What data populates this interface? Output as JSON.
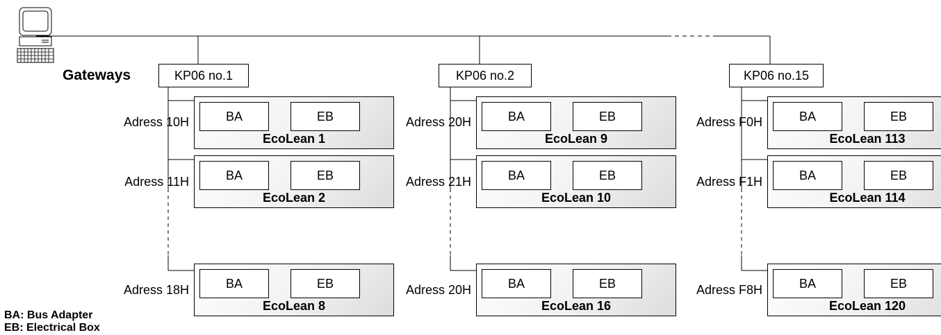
{
  "gateways_label": "Gateways",
  "gateways": [
    {
      "name": "KP06 no.1",
      "units": [
        {
          "address": "Adress 10H",
          "ba": "BA",
          "eb": "EB",
          "name": "EcoLean 1"
        },
        {
          "address": "Adress 11H",
          "ba": "BA",
          "eb": "EB",
          "name": "EcoLean 2"
        },
        {
          "address": "Adress 18H",
          "ba": "BA",
          "eb": "EB",
          "name": "EcoLean 8"
        }
      ]
    },
    {
      "name": "KP06 no.2",
      "units": [
        {
          "address": "Adress 20H",
          "ba": "BA",
          "eb": "EB",
          "name": "EcoLean 9"
        },
        {
          "address": "Adress 21H",
          "ba": "BA",
          "eb": "EB",
          "name": "EcoLean 10"
        },
        {
          "address": "Adress 20H",
          "ba": "BA",
          "eb": "EB",
          "name": "EcoLean 16"
        }
      ]
    },
    {
      "name": "KP06 no.15",
      "units": [
        {
          "address": "Adress F0H",
          "ba": "BA",
          "eb": "EB",
          "name": "EcoLean 113"
        },
        {
          "address": "Adress F1H",
          "ba": "BA",
          "eb": "EB",
          "name": "EcoLean 114"
        },
        {
          "address": "Adress F8H",
          "ba": "BA",
          "eb": "EB",
          "name": "EcoLean 120"
        }
      ]
    }
  ],
  "legend": {
    "line1": "BA: Bus Adapter",
    "line2": "EB: Electrical Box"
  },
  "icons": {
    "computer": "computer-icon"
  }
}
